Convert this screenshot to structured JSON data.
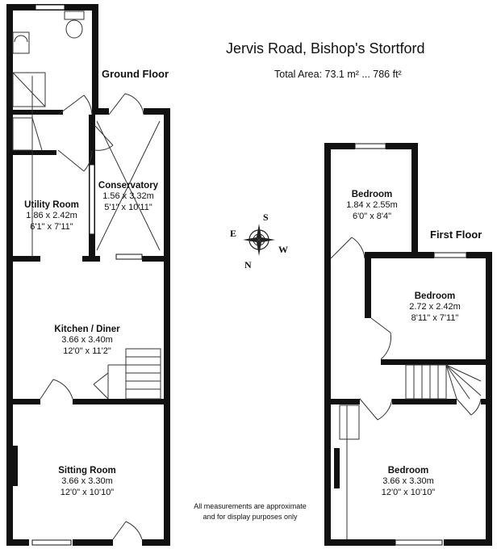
{
  "header": {
    "title": "Jervis Road, Bishop's Stortford",
    "total_area": "Total Area: 73.1 m² ... 786 ft²"
  },
  "floors": {
    "ground": "Ground Floor",
    "first": "First Floor"
  },
  "rooms": {
    "conservatory": {
      "name": "Conservatory",
      "metric": "1.56 x 3.32m",
      "imperial": "5'1\" x 10'11\""
    },
    "utility": {
      "name": "Utility Room",
      "metric": "1.86 x 2.42m",
      "imperial": "6'1\" x 7'11\""
    },
    "kitchen": {
      "name": "Kitchen / Diner",
      "metric": "3.66 x 3.40m",
      "imperial": "12'0\" x 11'2\""
    },
    "sitting": {
      "name": "Sitting Room",
      "metric": "3.66 x 3.30m",
      "imperial": "12'0\" x 10'10\""
    },
    "bedroom1": {
      "name": "Bedroom",
      "metric": "1.84 x 2.55m",
      "imperial": "6'0\" x 8'4\""
    },
    "bedroom2": {
      "name": "Bedroom",
      "metric": "2.72 x 2.42m",
      "imperial": "8'11\" x 7'11\""
    },
    "bedroom3": {
      "name": "Bedroom",
      "metric": "3.66 x 3.30m",
      "imperial": "12'0\" x 10'10\""
    }
  },
  "compass": {
    "s": "S",
    "e": "E",
    "w": "W",
    "n": "N"
  },
  "disclaimer": {
    "line1": "All measurements are approximate",
    "line2": "and for display purposes only"
  },
  "colors": {
    "wall": "#111111",
    "line": "#444444",
    "background": "#ffffff"
  }
}
